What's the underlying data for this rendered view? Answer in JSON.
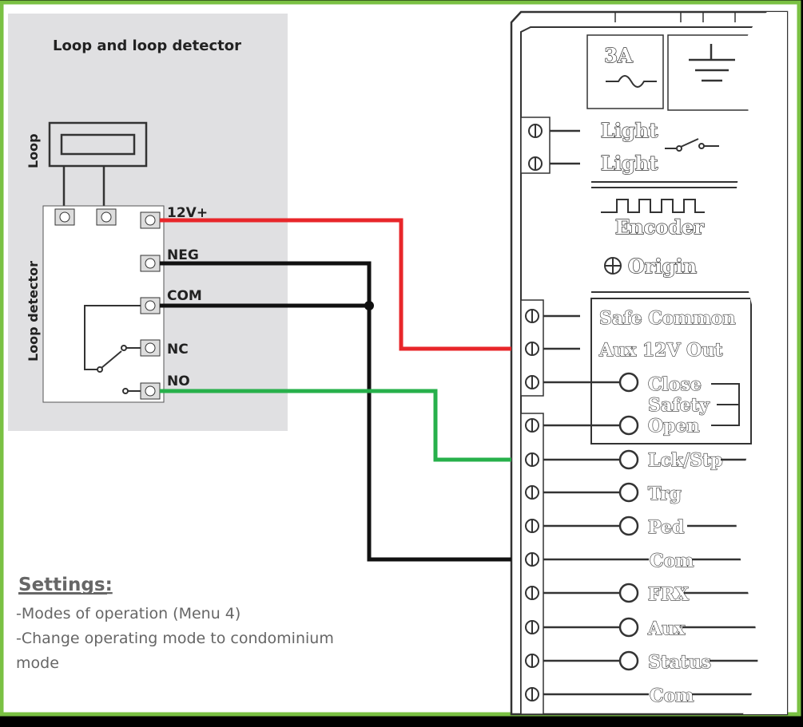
{
  "colors": {
    "frame": "#7ac143",
    "wire_12v": "#e8262a",
    "wire_no": "#27b04b",
    "wire_neg": "#111111",
    "panel": "#e0e0e2"
  },
  "loop_panel": {
    "title": "Loop and loop detector",
    "loop_label": "Loop",
    "detector_label": "Loop detector",
    "terminals": [
      "12V+",
      "NEG",
      "COM",
      "NC",
      "NO"
    ]
  },
  "controller": {
    "fuse_label": "3A",
    "light_labels": [
      "Light",
      "Light"
    ],
    "encoder_label": "Encoder",
    "origin_label": "Origin",
    "safety_block": [
      "Safe Common",
      "Aux 12V Out",
      "Close",
      "Safety",
      "Open"
    ],
    "inputs": [
      "Lck/Stp",
      "Trg",
      "Ped",
      "Com",
      "FRX",
      "Aux",
      "Status",
      "Com"
    ]
  },
  "settings": {
    "title": "Settings:",
    "lines": [
      "-Modes of operation (Menu 4)",
      "-Change operating mode to  condominium",
      "mode"
    ]
  }
}
